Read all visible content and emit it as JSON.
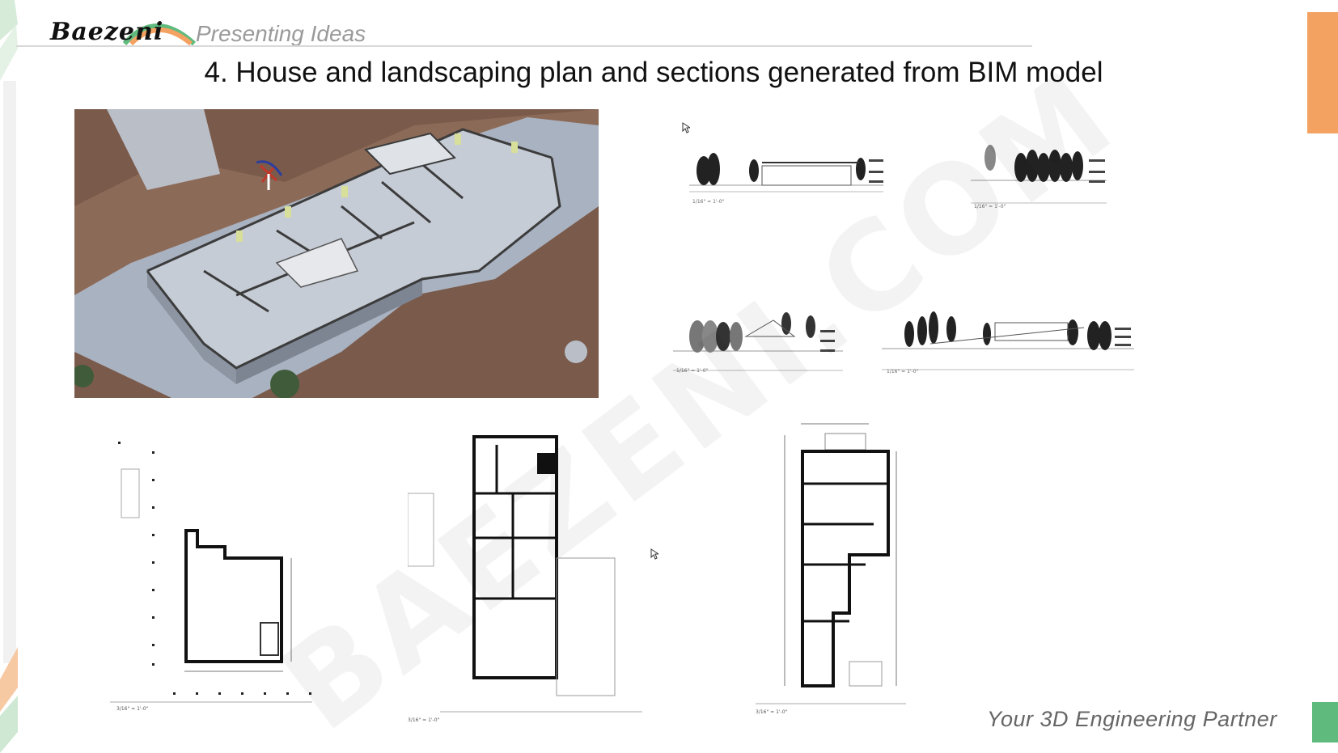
{
  "header": {
    "logo_text": "Baezeni",
    "tagline": "Presenting Ideas"
  },
  "slide": {
    "title": "4. House and landscaping plan and sections generated from BIM model"
  },
  "watermark": "BAEZENI.COM",
  "footer": {
    "tagline": "Your 3D Engineering Partner"
  },
  "colors": {
    "accent_orange": "#f4a261",
    "accent_green": "#5fba7d",
    "stripe_green": "#cfe8d3",
    "stripe_orange": "#f7c9a3",
    "terrain": "#7a5a4a",
    "model_slab": "#a9b2c0"
  },
  "images": {
    "model": "isometric 3D BIM model of house on terrain",
    "elevations": [
      "elevation-1",
      "elevation-2",
      "elevation-3",
      "elevation-4"
    ],
    "plans": [
      "level-1-plan",
      "level-2-plan",
      "level-3-plan"
    ]
  }
}
